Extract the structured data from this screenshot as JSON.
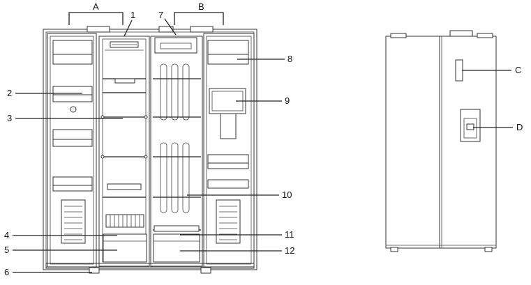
{
  "diagram": {
    "callouts": {
      "A": "A",
      "B": "B",
      "C": "C",
      "D": "D",
      "n1": "1",
      "n2": "2",
      "n3": "3",
      "n4": "4",
      "n5": "5",
      "n6": "6",
      "n7": "7",
      "n8": "8",
      "n9": "9",
      "n10": "10",
      "n11": "11",
      "n12": "12"
    }
  }
}
